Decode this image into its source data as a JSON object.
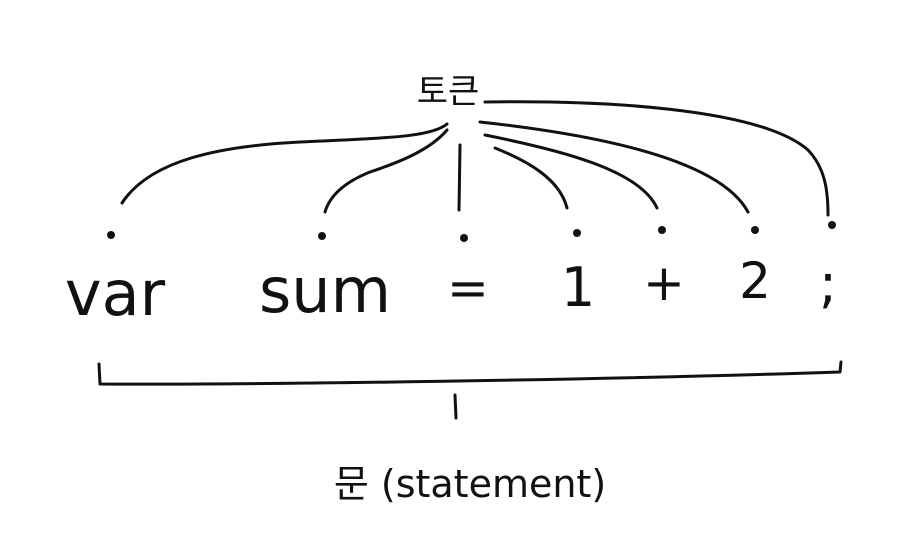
{
  "diagram": {
    "top_label": "토큰",
    "tokens": [
      "var",
      "sum",
      "=",
      "1",
      "+",
      "2",
      ";"
    ],
    "bottom_label": "문 (statement)"
  },
  "colors": {
    "ink": "#111111",
    "background": "#ffffff"
  }
}
